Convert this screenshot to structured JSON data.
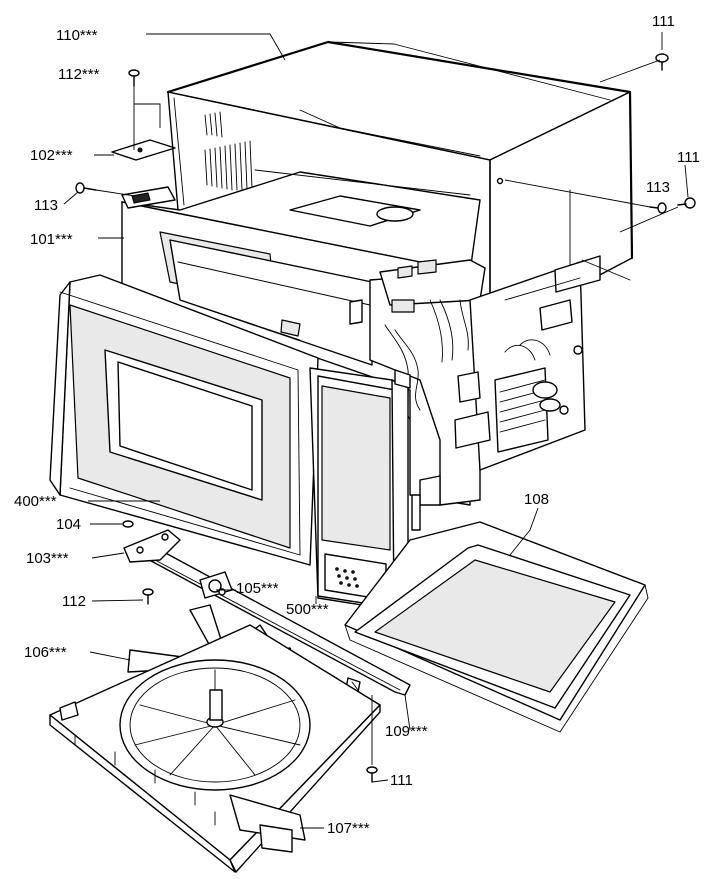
{
  "labels": {
    "p110": "110***",
    "p111_top": "111",
    "p112_top": "112***",
    "p102": "102***",
    "p111_right": "111",
    "p113_left": "113",
    "p113_right": "113",
    "p101": "101***",
    "p108": "108",
    "p400": "400***",
    "p104": "104",
    "p103": "103***",
    "p105": "105***",
    "p500": "500***",
    "p112_bottom": "112",
    "p106": "106***",
    "p109": "109***",
    "p111_bottom": "111",
    "p107": "107***"
  }
}
